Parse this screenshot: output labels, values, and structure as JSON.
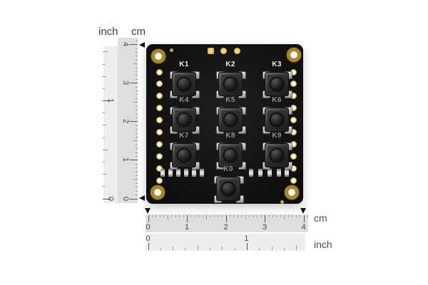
{
  "header": {
    "inch": "inch",
    "cm": "cm"
  },
  "vertical_ruler": {
    "cm_labels": [
      "0",
      "1",
      "2",
      "3",
      "4"
    ],
    "inch_labels": [
      "0",
      "1"
    ]
  },
  "horizontal_ruler": {
    "cm_labels": [
      "0",
      "1",
      "2",
      "3",
      "4"
    ],
    "inch_labels": [
      "0",
      "1"
    ],
    "cm_unit": "cm",
    "inch_unit": "inch"
  },
  "board": {
    "buttons": [
      "K1",
      "K2",
      "K3",
      "K4",
      "K5",
      "K6",
      "K7",
      "K8",
      "K9",
      "K0"
    ]
  },
  "colors": {
    "board": "#131313",
    "gold": "#c9a83e",
    "ruler_light": "#ededed",
    "ruler_dark": "#dedede",
    "marker": "#151515",
    "label_bright": "#ececec",
    "label_dim": "#8f8f8f"
  }
}
